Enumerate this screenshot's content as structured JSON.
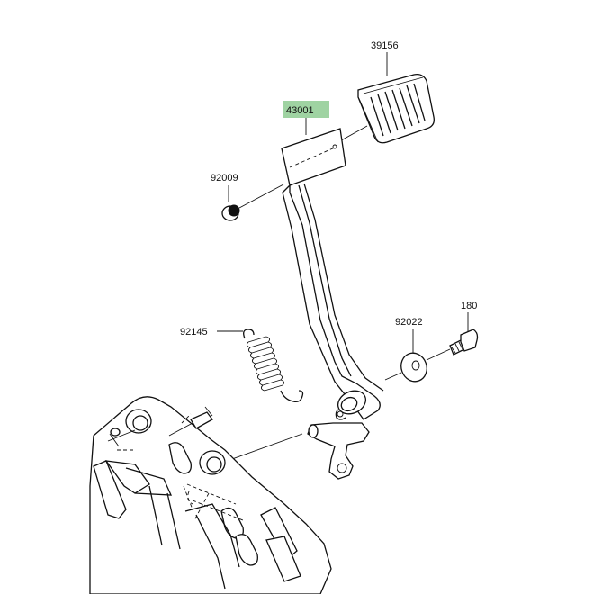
{
  "highlight_color": "#9fd3a2",
  "parts": [
    {
      "id": "p39156",
      "number": "39156",
      "highlighted": false
    },
    {
      "id": "p43001",
      "number": "43001",
      "highlighted": true
    },
    {
      "id": "p92009",
      "number": "92009",
      "highlighted": false
    },
    {
      "id": "p92145",
      "number": "92145",
      "highlighted": false
    },
    {
      "id": "p92022",
      "number": "92022",
      "highlighted": false
    },
    {
      "id": "p180",
      "number": "180",
      "highlighted": false
    }
  ]
}
